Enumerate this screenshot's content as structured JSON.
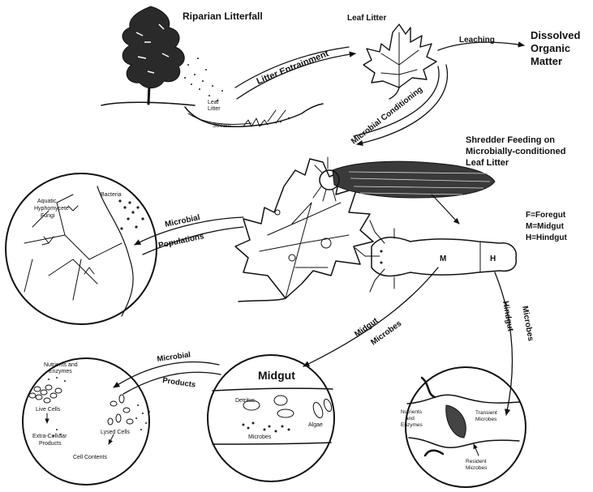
{
  "top": {
    "riparian_litterfall": "Riparian Litterfall",
    "leaf_litter": "Leaf Litter",
    "leaching": "Leaching",
    "dom_line1": "Dissolved",
    "dom_line2": "Organic",
    "dom_line3": "Matter",
    "litter_entrainment": "Litter Entrainment",
    "microbial_conditioning": "Microbial Conditioning",
    "stream_leaf": "Leaf",
    "stream_litter": "Litter",
    "stream": "Stream"
  },
  "shredder": {
    "line1": "Shredder Feeding on",
    "line2": "Microbially-conditioned",
    "line3": "Leaf Litter"
  },
  "gut_key": {
    "f": "F=Foregut",
    "m": "M=Midgut",
    "h": "H=Hindgut",
    "m_letter": "M",
    "h_letter": "H"
  },
  "populations_circle": {
    "fungi_line1": "Aquatic",
    "fungi_line2": "Hyphomycete",
    "fungi_line3": "Fungi",
    "bacteria_line1": "Bacteria"
  },
  "arrows": {
    "microbial": "Microbial",
    "populations": "Populations",
    "midgut": "Midgut",
    "microbes_1": "Microbes",
    "hindgut": "Hindgut",
    "microbes_2": "Microbes",
    "products_microbial": "Microbial",
    "products": "Products"
  },
  "products_circle": {
    "nutrients": "Nutrients and",
    "enzymes": "Enzymes",
    "live_cells": "Live Cells",
    "lysed_cells": "Lysed Cells",
    "extra_cellular": "Extra-Cellular",
    "extra_products": "Products",
    "cell_contents": "Cell Contents"
  },
  "midgut_circle": {
    "title": "Midgut",
    "detritus": "Detritus",
    "algae": "Algae",
    "microbes": "Microbes"
  },
  "hindgut_circle": {
    "nutrients": "Nutrients",
    "and": "and",
    "enzymes": "Enzymes",
    "transient_1": "Transient",
    "transient_2": "Microbes",
    "resident_1": "Resident",
    "resident_2": "Microbes"
  }
}
